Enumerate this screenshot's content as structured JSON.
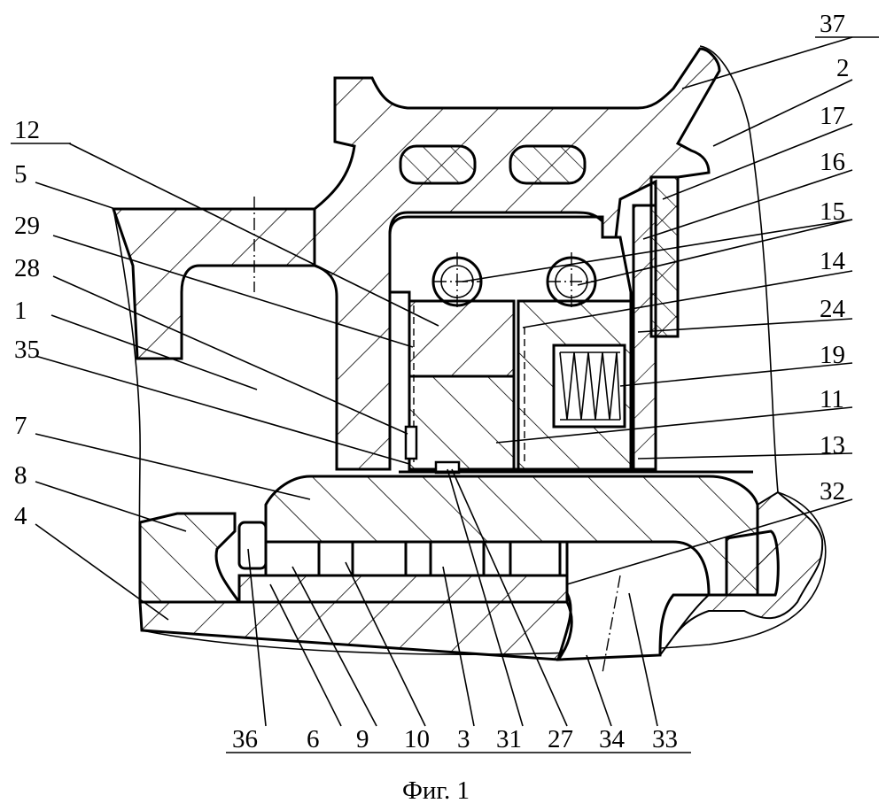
{
  "figure": {
    "caption": "Фиг. 1",
    "labels_left": [
      "12",
      "5",
      "29",
      "28",
      "1",
      "35",
      "7",
      "8",
      "4"
    ],
    "labels_right": [
      "37",
      "2",
      "17",
      "16",
      "15",
      "14",
      "24",
      "19",
      "11",
      "13",
      "32"
    ],
    "labels_bottom": [
      "36",
      "6",
      "9",
      "10",
      "3",
      "31",
      "27",
      "34",
      "33"
    ]
  }
}
